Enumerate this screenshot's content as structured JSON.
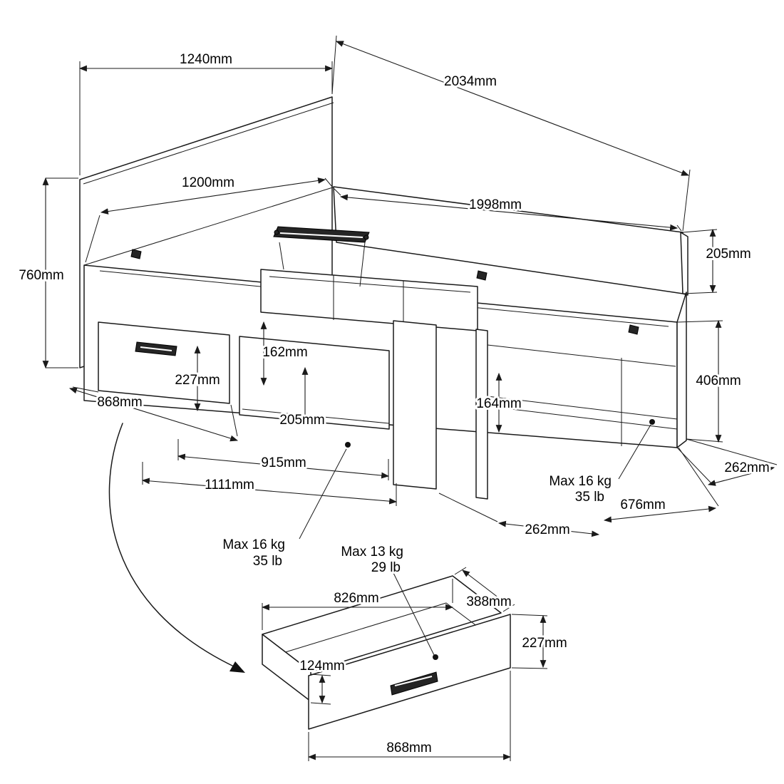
{
  "drawing": {
    "kind": "furniture-dimension-diagram",
    "subject": "storage-bed-with-drawers"
  },
  "colors": {
    "line": "#1a1a1a",
    "background": "#ffffff",
    "hardware": "#252525"
  },
  "main": {
    "d1240": "1240mm",
    "d2034": "2034mm",
    "d1200": "1200mm",
    "d1998": "1998mm",
    "d760": "760mm",
    "d205_rail": "205mm",
    "d406": "406mm",
    "d162": "162mm",
    "d227": "227mm",
    "d868": "868mm",
    "d205_cubby": "205mm",
    "d164": "164mm",
    "d915": "915mm",
    "d1111": "1111mm",
    "d262_bottom": "262mm",
    "d676": "676mm",
    "d262_right": "262mm",
    "max_center": {
      "kg": "Max 16 kg",
      "lb": "35 lb"
    },
    "max_right": {
      "kg": "Max 16 kg",
      "lb": "35 lb"
    }
  },
  "drawer": {
    "d826": "826mm",
    "d388": "388mm",
    "d124": "124mm",
    "d227": "227mm",
    "d868": "868mm",
    "max": {
      "kg": "Max 13 kg",
      "lb": "29 lb"
    }
  }
}
